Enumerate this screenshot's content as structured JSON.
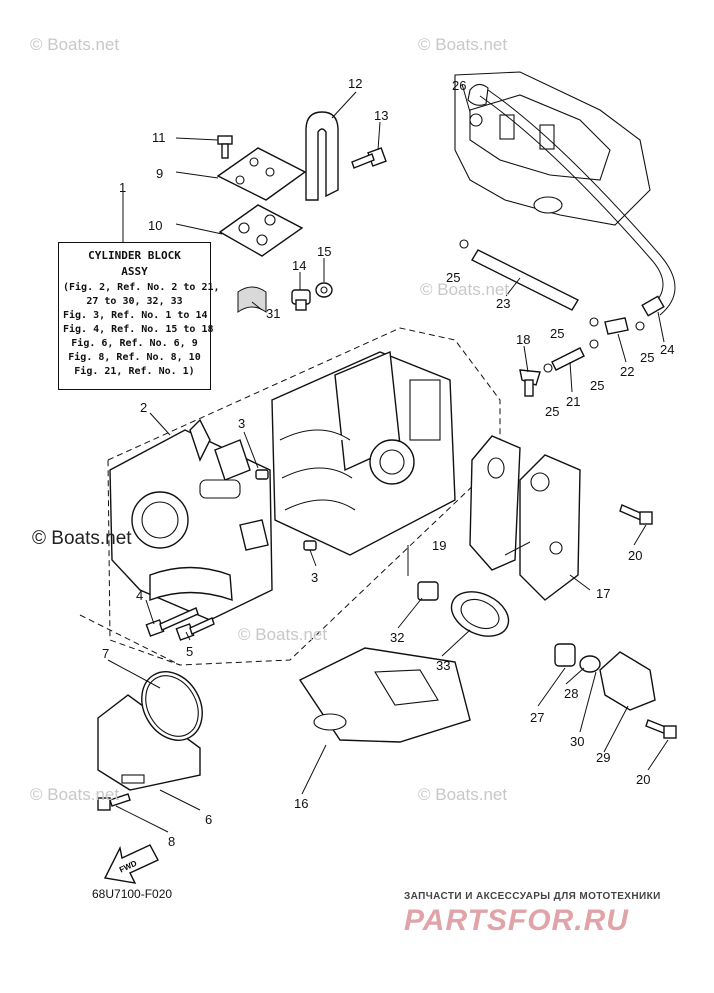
{
  "watermarks": [
    "© Boats.net",
    "© Boats.net",
    "© Boats.net",
    "© Boats.net",
    "© Boats.net",
    "© Boats.net",
    "© Boats.net"
  ],
  "note_box": {
    "title": "CYLINDER BLOCK",
    "subtitle": "ASSY",
    "lines": [
      "(Fig. 2, Ref. No. 2 to 21,",
      "27 to 30, 32, 33",
      "Fig. 3, Ref. No. 1 to 14",
      "Fig. 4, Ref. No. 15 to 18",
      "Fig. 6, Ref. No. 6, 9",
      "Fig. 8, Ref. No. 8, 10",
      "Fig. 21, Ref. No. 1)"
    ]
  },
  "callouts": {
    "c1": "1",
    "c2": "2",
    "c3a": "3",
    "c3b": "3",
    "c4": "4",
    "c5": "5",
    "c6": "6",
    "c7": "7",
    "c8": "8",
    "c9": "9",
    "c10": "10",
    "c11": "11",
    "c12": "12",
    "c13": "13",
    "c14": "14",
    "c15": "15",
    "c16": "16",
    "c17": "17",
    "c18": "18",
    "c19": "19",
    "c20a": "20",
    "c20b": "20",
    "c21": "21",
    "c22": "22",
    "c23": "23",
    "c24": "24",
    "c25a": "25",
    "c25b": "25",
    "c25c": "25",
    "c25d": "25",
    "c25e": "25",
    "c26": "26",
    "c27": "27",
    "c28": "28",
    "c29": "29",
    "c30": "30",
    "c31": "31",
    "c32": "32",
    "c33": "33"
  },
  "fwd_label": "FWD",
  "diagram_code": "68U7100-F020",
  "brand": {
    "tagline": "ЗАПЧАСТИ И АКСЕССУАРЫ ДЛЯ МОТОТЕХНИКИ",
    "logo": "PARTSFOR.RU"
  }
}
